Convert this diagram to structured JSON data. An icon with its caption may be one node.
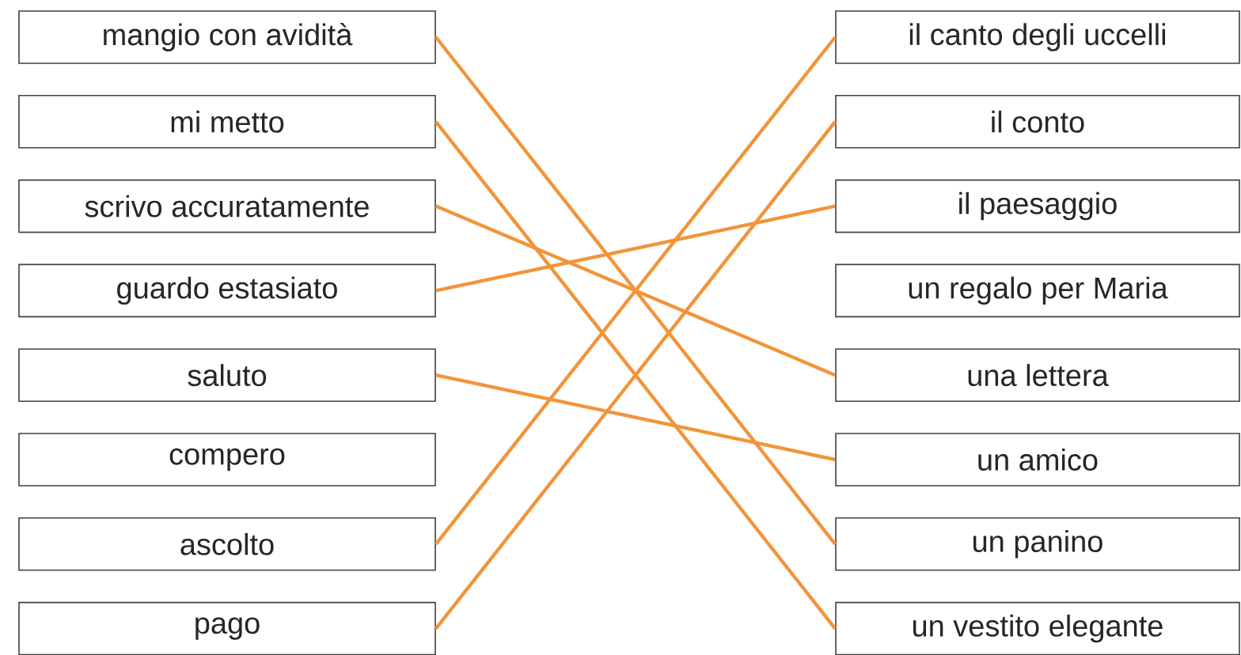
{
  "diagram": {
    "nodes": [
      {
        "text": [
          "mangio con avidità"
        ]
      },
      {
        "text": [
          "mi metto"
        ]
      },
      {
        "text": [
          "scrivo accuratamente"
        ]
      },
      {
        "text": [
          "guardo estasiato"
        ]
      },
      {
        "text": [
          "saluto"
        ]
      },
      {
        "text": [
          "compero"
        ]
      },
      {
        "text": [
          "ascolto"
        ]
      },
      {
        "text": [
          "pago"
        ]
      },
      {
        "text": [
          "il canto degli uccelli"
        ]
      },
      {
        "text": [
          "il conto"
        ]
      },
      {
        "text": [
          "il paesaggio"
        ]
      },
      {
        "text": [
          "un regalo per Maria"
        ]
      },
      {
        "text": [
          "una lettera"
        ]
      },
      {
        "text": [
          "un amico"
        ]
      },
      {
        "text": [
          "un panino"
        ]
      },
      {
        "text": [
          "un vestito elegante"
        ]
      }
    ],
    "edges": [
      {
        "from": 0,
        "to": 14,
        "arrow": "none"
      },
      {
        "from": 1,
        "to": 15,
        "arrow": "none"
      },
      {
        "from": 2,
        "to": 12,
        "arrow": "none"
      },
      {
        "from": 3,
        "to": 10,
        "arrow": "none"
      },
      {
        "from": 4,
        "to": 13,
        "arrow": "none"
      },
      {
        "from": 6,
        "to": 8,
        "arrow": "none"
      },
      {
        "from": 7,
        "to": 9,
        "arrow": "none"
      }
    ]
  }
}
